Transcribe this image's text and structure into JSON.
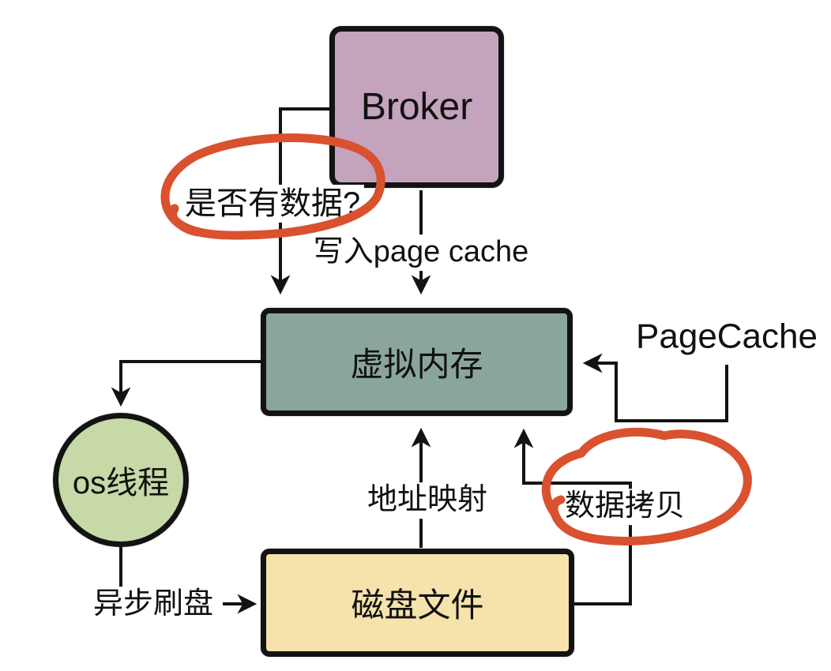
{
  "diagram": {
    "title_context": "page cache data flow diagram",
    "nodes": {
      "broker": {
        "label": "Broker",
        "fill": "#c4a3bd"
      },
      "virtual_memory": {
        "label": "虚拟内存",
        "fill": "#8aa69c"
      },
      "os_thread": {
        "label": "os线程",
        "fill": "#c6d9a7"
      },
      "disk_file": {
        "label": "磁盘文件",
        "fill": "#f6e3ab"
      }
    },
    "labels": {
      "has_data": "是否有数据?",
      "write_page_cache": "写入page cache",
      "page_cache": "PageCache",
      "address_mapping": "地址映射",
      "data_copy": "数据拷贝",
      "async_flush": "异步刷盘"
    },
    "colors": {
      "line_black": "#131313",
      "annotation_red": "#d9512e"
    }
  }
}
